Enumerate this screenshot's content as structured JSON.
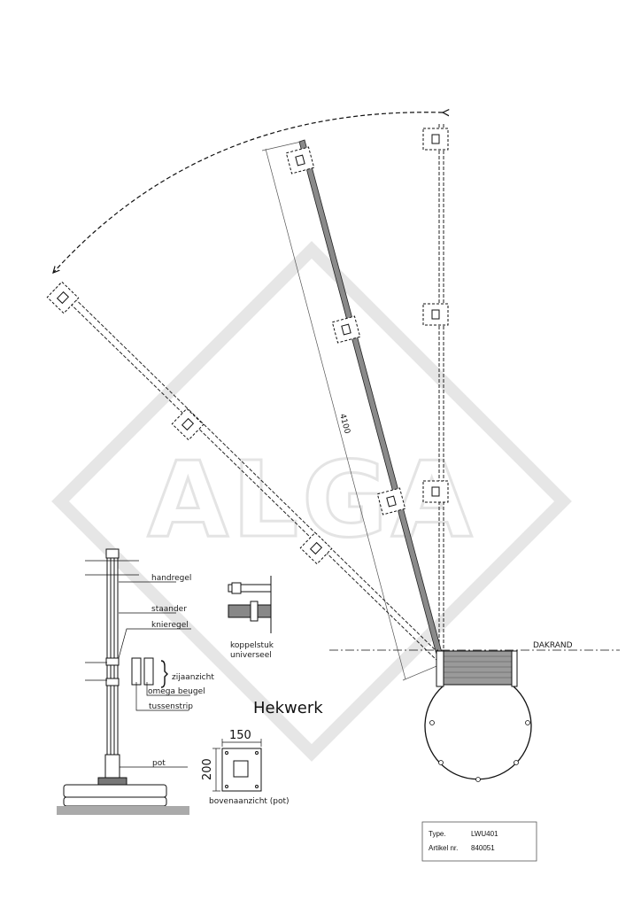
{
  "watermark": "ALGA",
  "title": "Hekwerk",
  "labels": {
    "handregel": "handregel",
    "staander": "staander",
    "knieregel": "knieregel",
    "zijaanzicht": "zijaanzicht",
    "omega": "omega beugel",
    "tussenstrip": "tussenstrip",
    "pot": "pot",
    "koppelstuk_1": "koppelstuk",
    "koppelstuk_2": "universeel",
    "bovenaanzicht": "bovenaanzicht (pot)",
    "dakrand": "DAKRAND"
  },
  "dimensions": {
    "length": "4100",
    "width": "150",
    "height": "200"
  },
  "titleblock": {
    "type_label": "Type.",
    "type_value": "LWU401",
    "art_label": "Artikel nr.",
    "art_value": "840051"
  }
}
